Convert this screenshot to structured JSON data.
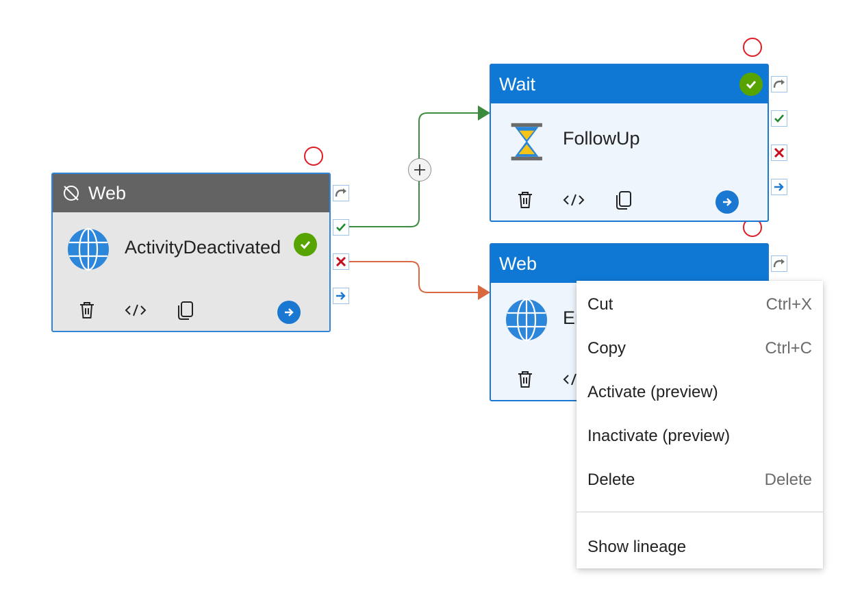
{
  "canvas": {
    "nodes": [
      {
        "type_label": "Web",
        "activity_name": "ActivityDeactivated",
        "state": "inactive",
        "icon": "globe-icon",
        "header_icon": "deactivated-icon"
      },
      {
        "type_label": "Wait",
        "activity_name": "FollowUp",
        "state": "active",
        "icon": "hourglass-icon"
      },
      {
        "type_label": "Web",
        "activity_name": "Er",
        "state": "active",
        "icon": "globe-icon"
      }
    ],
    "connections": [
      {
        "from": "ActivityDeactivated",
        "to": "FollowUp",
        "condition": "success",
        "color": "#3b8a3e"
      },
      {
        "from": "ActivityDeactivated",
        "to": "Web",
        "condition": "failure",
        "color": "#d9673f"
      }
    ]
  },
  "context_menu": {
    "items": [
      {
        "label": "Cut",
        "shortcut": "Ctrl+X"
      },
      {
        "label": "Copy",
        "shortcut": "Ctrl+C"
      },
      {
        "label": "Activate (preview)",
        "shortcut": ""
      },
      {
        "label": "Inactivate (preview)",
        "shortcut": ""
      },
      {
        "label": "Delete",
        "shortcut": "Delete"
      }
    ],
    "footer_item": {
      "label": "Show lineage"
    }
  },
  "colors": {
    "accent": "#0f78d4",
    "inactive_header": "#636363",
    "success": "#57a300",
    "failure": "#c50f1f",
    "success_link": "#3b8a3e",
    "failure_link": "#d9673f",
    "annotation": "#e01b24"
  }
}
